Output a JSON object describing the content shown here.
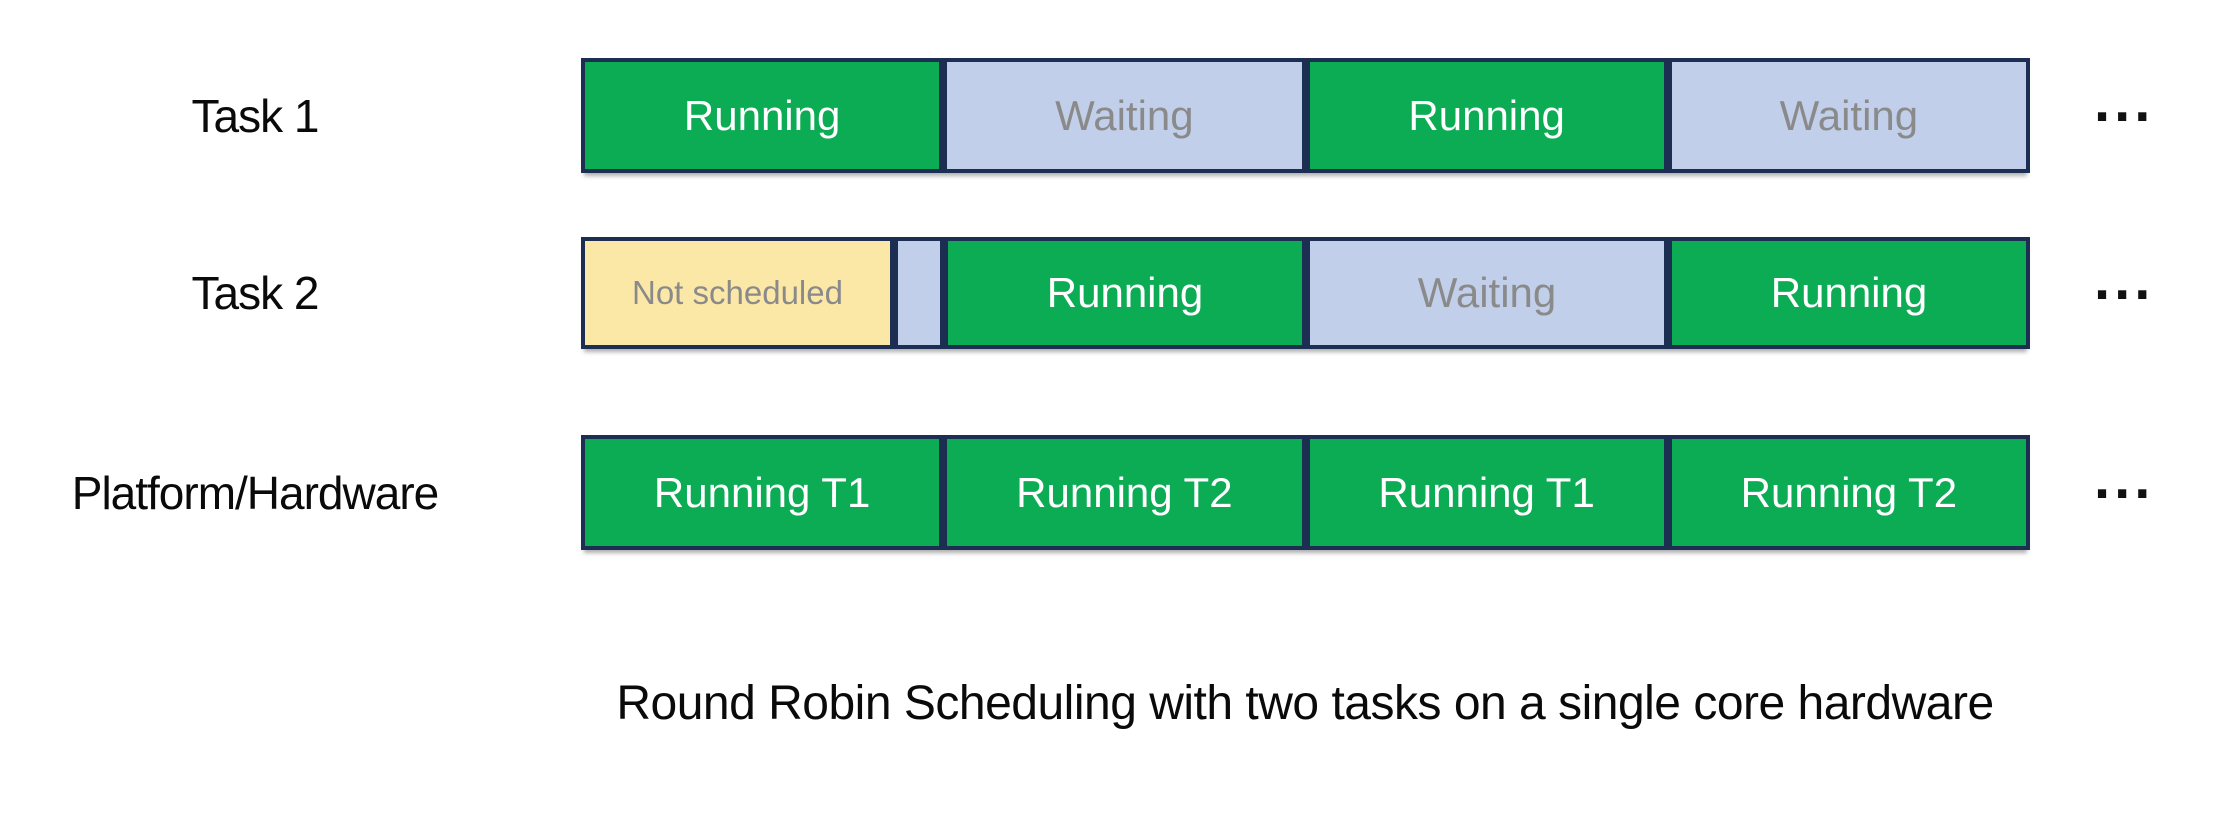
{
  "caption": "Round Robin Scheduling with two tasks on a single core hardware",
  "dots": "...",
  "colors": {
    "running-green": "#0CAC55",
    "waiting-blue": "#C2CFEA",
    "not-scheduled-yellow": "#FCE8A6",
    "border-navy": "#1C2E52",
    "muted-text-gray": "#8A8A8A",
    "running-text-white": "#FFFFFF",
    "label-black": "#0A0A0A"
  },
  "rows": [
    {
      "label": "Task 1",
      "segments": [
        {
          "text": "Running",
          "state": "running"
        },
        {
          "text": "Waiting",
          "state": "waiting"
        },
        {
          "text": "Running",
          "state": "running"
        },
        {
          "text": "Waiting",
          "state": "waiting"
        }
      ]
    },
    {
      "label": "Task 2",
      "segments": [
        {
          "text": "Not scheduled",
          "state": "not-scheduled"
        },
        {
          "text": "",
          "state": "waiting-gap"
        },
        {
          "text": "Running",
          "state": "running"
        },
        {
          "text": "Waiting",
          "state": "waiting"
        },
        {
          "text": "Running",
          "state": "running"
        }
      ]
    },
    {
      "label": "Platform/Hardware",
      "segments": [
        {
          "text": "Running T1",
          "state": "running"
        },
        {
          "text": "Running T2",
          "state": "running"
        },
        {
          "text": "Running T1",
          "state": "running"
        },
        {
          "text": "Running T2",
          "state": "running"
        }
      ]
    }
  ]
}
